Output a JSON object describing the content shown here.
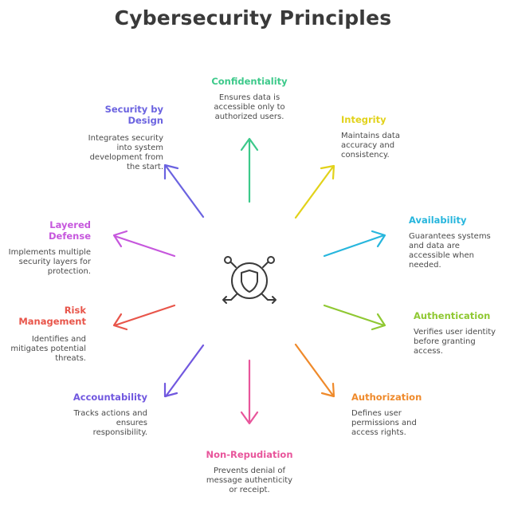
{
  "title": "Cybersecurity Principles",
  "colors": {
    "title": "#3a3a3a",
    "description": "#4a4a4a",
    "center_icon": "#3a3a3a"
  },
  "center_icon": "shield-circuit-icon",
  "principles": [
    {
      "title": "Confidentiality",
      "description": "Ensures data is accessible only to authorized users.",
      "color": "#3cc98a"
    },
    {
      "title": "Integrity",
      "description": "Maintains data accuracy and consistency.",
      "color": "#e2d21a"
    },
    {
      "title": "Availability",
      "description": "Guarantees systems and data are accessible when needed.",
      "color": "#27b6dd"
    },
    {
      "title": "Authentication",
      "description": "Verifies user identity before granting access.",
      "color": "#8fc832"
    },
    {
      "title": "Authorization",
      "description": "Defines user permissions and access rights.",
      "color": "#ef8a2b"
    },
    {
      "title": "Non-Repudiation",
      "description": "Prevents denial of message authenticity or receipt.",
      "color": "#e8559b"
    },
    {
      "title": "Accountability",
      "description": "Tracks actions and ensures responsibility.",
      "color": "#7158df"
    },
    {
      "title": "Risk Management",
      "description": "Identifies and mitigates potential threats.",
      "color": "#e8554a"
    },
    {
      "title": "Layered Defense",
      "description": "Implements multiple security layers for protection.",
      "color": "#c657dd"
    },
    {
      "title": "Security by Design",
      "description": "Integrates security into system development from the start.",
      "color": "#6b63e0"
    }
  ]
}
